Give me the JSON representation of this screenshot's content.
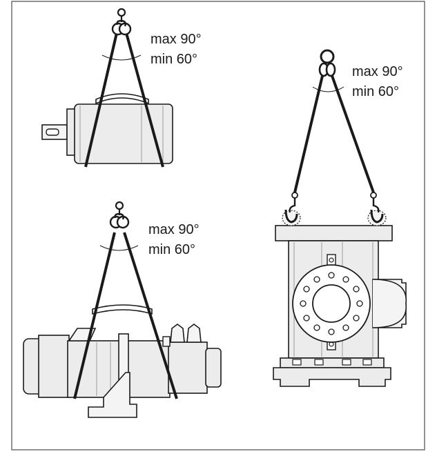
{
  "colors": {
    "frame": "#6d6d6d",
    "outline": "#1a1a1a",
    "fill": "#ececec",
    "fill_light": "#f4f4f4",
    "sling": "#1a1a1a",
    "text": "#1a1a1a"
  },
  "annotations": [
    {
      "max": "max 90°",
      "min": "min 60°"
    },
    {
      "max": "max 90°",
      "min": "min 60°"
    },
    {
      "max": "max 90°",
      "min": "min 60°"
    }
  ]
}
